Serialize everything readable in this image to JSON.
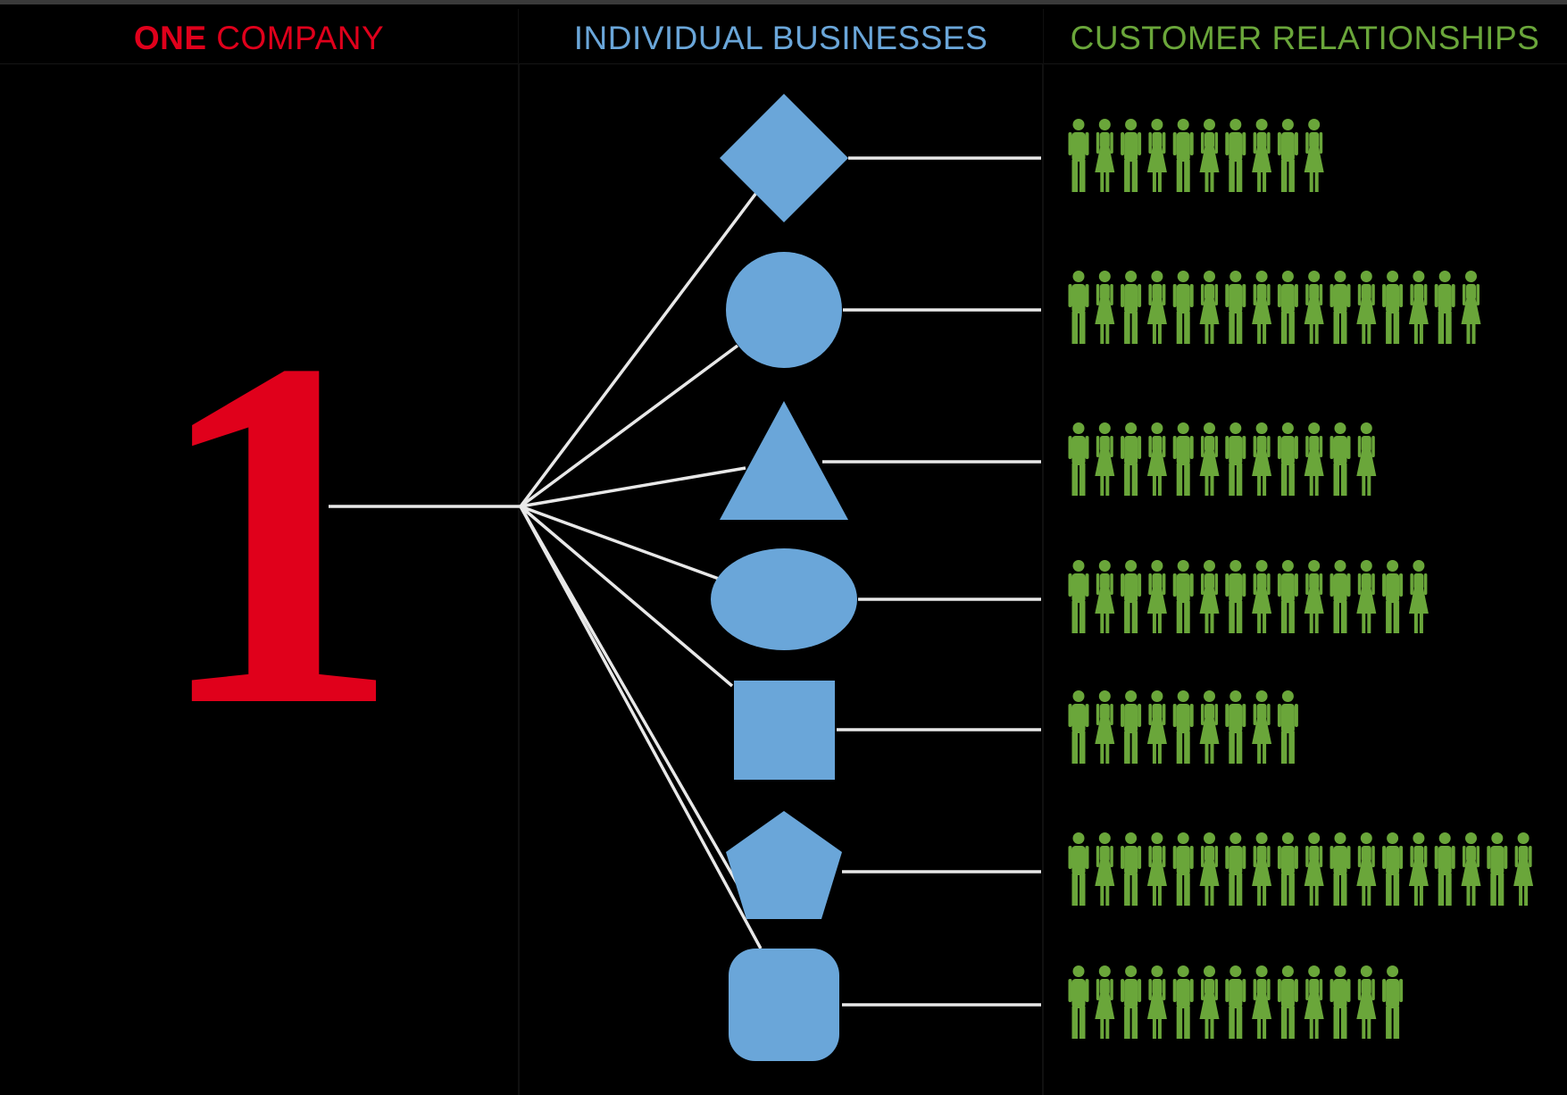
{
  "header": {
    "one_company": {
      "bold": "ONE",
      "rest": " COMPANY"
    },
    "individual_businesses": "INDIVIDUAL BUSINESSES",
    "customer_relationships": "CUSTOMER RELATIONSHIPS"
  },
  "company_number": "1",
  "colors": {
    "red": "#e0001b",
    "blue": "#6aa6d9",
    "green": "#6aa63a",
    "line": "#e8e8e8",
    "background": "#000000"
  },
  "businesses": [
    {
      "shape": "diamond",
      "customers": 10
    },
    {
      "shape": "circle",
      "customers": 16
    },
    {
      "shape": "triangle",
      "customers": 12
    },
    {
      "shape": "ellipse",
      "customers": 14
    },
    {
      "shape": "square",
      "customers": 9
    },
    {
      "shape": "pentagon",
      "customers": 18
    },
    {
      "shape": "rounded-square",
      "customers": 13
    }
  ]
}
